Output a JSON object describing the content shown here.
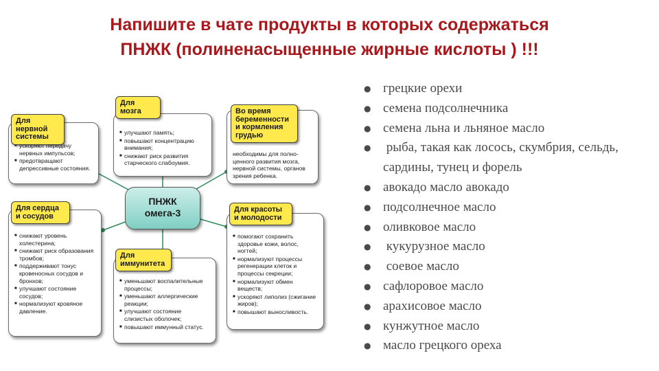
{
  "title": {
    "line1": "Напишите в чате продукты в которых содержаться",
    "line2": "ПНЖК (полиненасыщенные жирные кислоты ) !!!"
  },
  "diagram": {
    "center": {
      "line1": "ПНЖК",
      "line2": "омега-3"
    },
    "nervous": {
      "label": "Для\nнервной\nсистемы",
      "items": [
        "ускоряют передачу нервных импульсов;",
        "предотвращают депрессивные состояния."
      ]
    },
    "brain": {
      "label": "Для\nмозга",
      "items": [
        "улучшают память;",
        "повышают концентрацию внимания;",
        "снижают риск развития старческого слабоумия."
      ]
    },
    "pregnancy": {
      "label": "Во время\nбеременности\nи кормления\nгрудью",
      "text": "необходимы для полно-ценного развития мозга, нервной системы, органов зрения ребенка."
    },
    "heart": {
      "label": "Для сердца\nи сосудов",
      "items": [
        "снижают уровень холестерина;",
        "снижают риск образования тромбов;",
        "поддерживают тонус кровеносных сосудов и бронхов;",
        "улучшают состояние сосудов;",
        "нормализуют кровяное давление."
      ]
    },
    "immunity": {
      "label": "Для\nиммунитета",
      "items": [
        "уменьшают воспалительные процессы;",
        "уменьшают аллергические реакции;",
        "улучшают состояние слизистых оболочек;",
        "повышают иммунный статус."
      ]
    },
    "beauty": {
      "label": "Для красоты\nи молодости",
      "items": [
        "помогают сохранить здоровье кожи, волос, ногтей;",
        "нормализуют процессы регенерации клеток и процессы секреции;",
        "нормализуют обмен веществ;",
        "ускоряют липолиз (сжигание жиров);",
        "повышают выносливость."
      ]
    }
  },
  "products": [
    "грецкие орехи",
    "семена подсолнечника",
    "семена льна и льняное масло",
    " рыба, такая как лосось, скумбрия, сельдь, сардины, тунец и форель",
    "авокадо масло авокадо",
    "подсолнечное масло",
    "оливковое масло",
    " кукурузное масло",
    " соевое масло",
    "сафлоровое масло",
    "арахисовое масло",
    "кунжутное масло",
    "масло грецкого ореха"
  ],
  "colors": {
    "title": "#a8181c",
    "label_fill": "#ffe94d",
    "center_fill": "#7fcfc4",
    "list_text": "#4a4a4a"
  }
}
